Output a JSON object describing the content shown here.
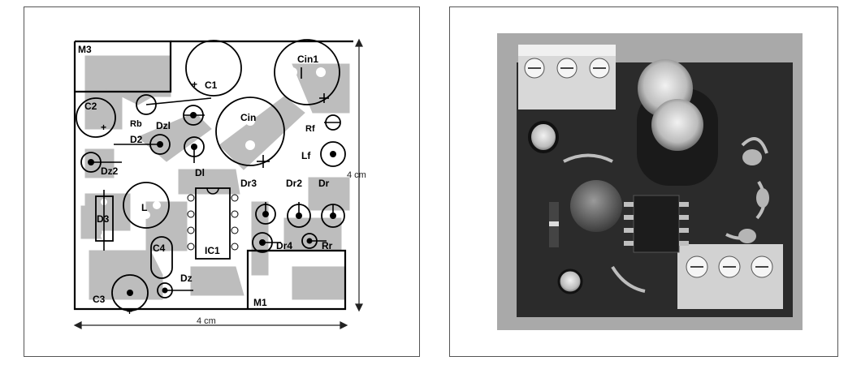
{
  "layout_figure": {
    "labels": {
      "m3": "M3",
      "m1": "M1",
      "c2": "C2",
      "c1": "C1",
      "cin1": "Cin1",
      "cin": "Cin",
      "rb": "Rb",
      "dz1": "Dzl",
      "d2": "D2",
      "dz2": "Dz2",
      "dl": "Dl",
      "l": "L",
      "d3": "D3",
      "c4": "C4",
      "ic1": "IC1",
      "dr3": "Dr3",
      "dr2": "Dr2",
      "dr": "Dr",
      "dr4": "Dr4",
      "rr": "Rr",
      "rf": "Rf",
      "lf": "Lf",
      "c3": "C3",
      "dz": "Dz",
      "plus": "+"
    },
    "dim_horizontal": "4 cm",
    "dim_vertical": "4 cm"
  },
  "colors": {
    "trace": "#bdbdbd",
    "board_line": "#000000",
    "photo_bg": "#9a9a9a",
    "pcb": "#2b2b2b"
  }
}
